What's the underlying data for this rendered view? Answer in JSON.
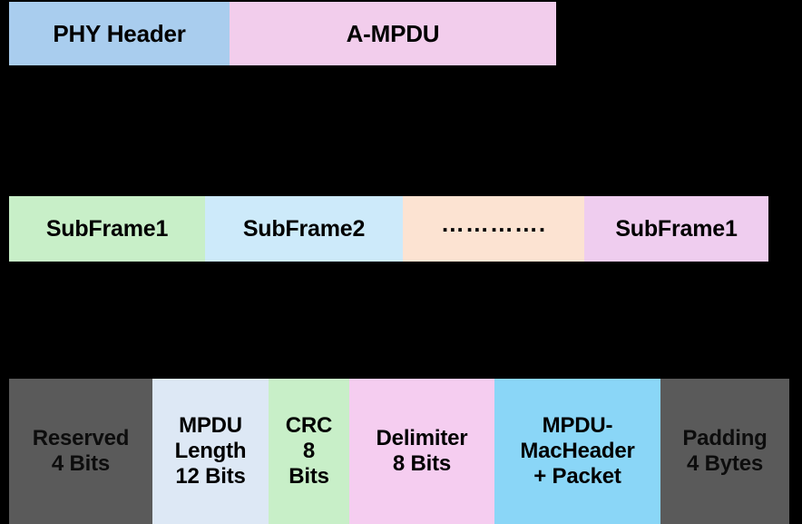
{
  "colors": {
    "background": "#000000",
    "phy_header": "#a9cdee",
    "a_mpdu": "#f2cdec",
    "subframe_1": "#c8efc8",
    "subframe_2": "#cdeafa",
    "subframe_more": "#fce3d2",
    "subframe_last": "#efcdef",
    "reserved": "#5a5a5a",
    "mpdu_length": "#dde8f5",
    "crc": "#c8efc8",
    "delimiter": "#f5cdf0",
    "mpdu_macheader": "#8ad6f7",
    "padding": "#5a5a5a",
    "text": "#000000"
  },
  "phy_frame": {
    "cells": [
      {
        "label": "PHY Header",
        "color": "#a9cdee"
      },
      {
        "label": "A-MPDU",
        "color": "#f2cdec"
      }
    ]
  },
  "ampdu_subframes": {
    "cells": [
      {
        "label": "SubFrame1",
        "color": "#c8efc8"
      },
      {
        "label": "SubFrame2",
        "color": "#cdeafa"
      },
      {
        "label": "………….",
        "color": "#fce3d2"
      },
      {
        "label": "SubFrame1",
        "color": "#efcdef"
      }
    ]
  },
  "subframe_detail": {
    "cells": [
      {
        "label": "Reserved\n4 Bits",
        "color": "#5a5a5a"
      },
      {
        "label": "MPDU\nLength\n12 Bits",
        "color": "#dde8f5"
      },
      {
        "label": "CRC\n8\nBits",
        "color": "#c8efc8"
      },
      {
        "label": "Delimiter\n8 Bits",
        "color": "#f5cdf0"
      },
      {
        "label": "MPDU-\nMacHeader\n+ Packet",
        "color": "#8ad6f7"
      },
      {
        "label": "Padding\n4 Bytes",
        "color": "#5a5a5a"
      }
    ]
  }
}
